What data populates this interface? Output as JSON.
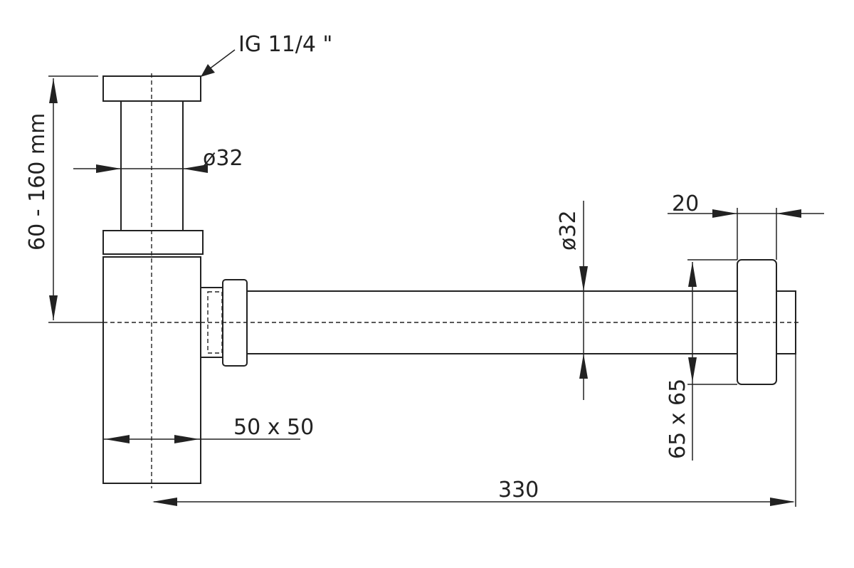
{
  "dimensions": {
    "thread_label": "IG 11/4 \"",
    "height_range": "60 - 160 mm",
    "vertical_pipe_diameter": "ø32",
    "horizontal_pipe_diameter": "ø32",
    "rosette_depth": "20",
    "rosette_size": "65 x 65",
    "body_size": "50 x 50",
    "total_length": "330"
  },
  "colors": {
    "line": "#222222",
    "background": "#ffffff"
  }
}
